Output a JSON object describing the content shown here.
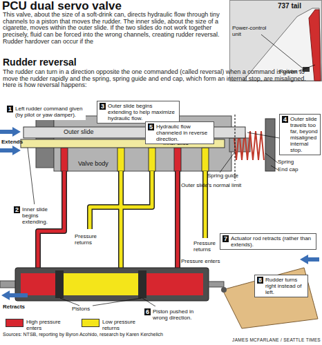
{
  "diagram": {
    "title": "PCU dual servo valve",
    "caption": "Sources: NTSB, reporting by Byron Acohido, research by Karen Kerchelich",
    "nodes": [
      {
        "text": [
          "737 tail",
          "Power-control unit",
          "Rudder"
        ]
      },
      {
        "text": [
          "1",
          "Left rudder command given (by pilot or yaw damper)."
        ]
      },
      {
        "text": [
          "2",
          "Inner slide begins extending."
        ]
      },
      {
        "text": [
          "3",
          "Outer slide begins extending to help maximize hydraulic flow."
        ]
      },
      {
        "text": [
          "4",
          "Outer slide travels too far, beyond misaligned internal stop."
        ]
      },
      {
        "text": [
          "5",
          "Hydraulic flow channeled in reverse direction."
        ]
      },
      {
        "text": [
          "6",
          "Piston pushed in wrong direction."
        ]
      },
      {
        "text": [
          "7",
          "Actuator rod retracts (rather than extends)."
        ]
      },
      {
        "text": [
          "8",
          "Rudder turns right instead of left."
        ]
      }
    ],
    "labels": [
      "This valve, about the size of a soft-drink can, directs hydraulic flow through tiny channels to a piston that moves the rudder. The inner slide, about the size of a cigarette, moves within the outer slide. If the two slides do not work together precisely, fluid can be forced into the wrong channels, creating rudder reversal. Rudder hardover can occur if the",
      "Rudder reversal",
      "The rudder can turn in a direction opposite the one commanded (called reversal) when a command is given to move the rudder rapidly and the spring, spring guide and end cap, which form an internal stop, are misaligned. Here is how reversal happens:",
      "Extends",
      "Outer slide",
      "Inner slide",
      "Valve body",
      "Spring guide",
      "Spring",
      "End cap",
      "Outer slide's normal limit",
      "Pressure returns",
      "Pressure returns",
      "Pressure enters",
      "Retracts",
      "Pistons",
      "JAMES MCFARLANE / SEATTLE TIMES"
    ],
    "legend": [
      {
        "text": "High pressure enters",
        "color": "#d7262f"
      },
      {
        "text": "Low pressure returns",
        "color": "#f4e51a"
      }
    ]
  }
}
